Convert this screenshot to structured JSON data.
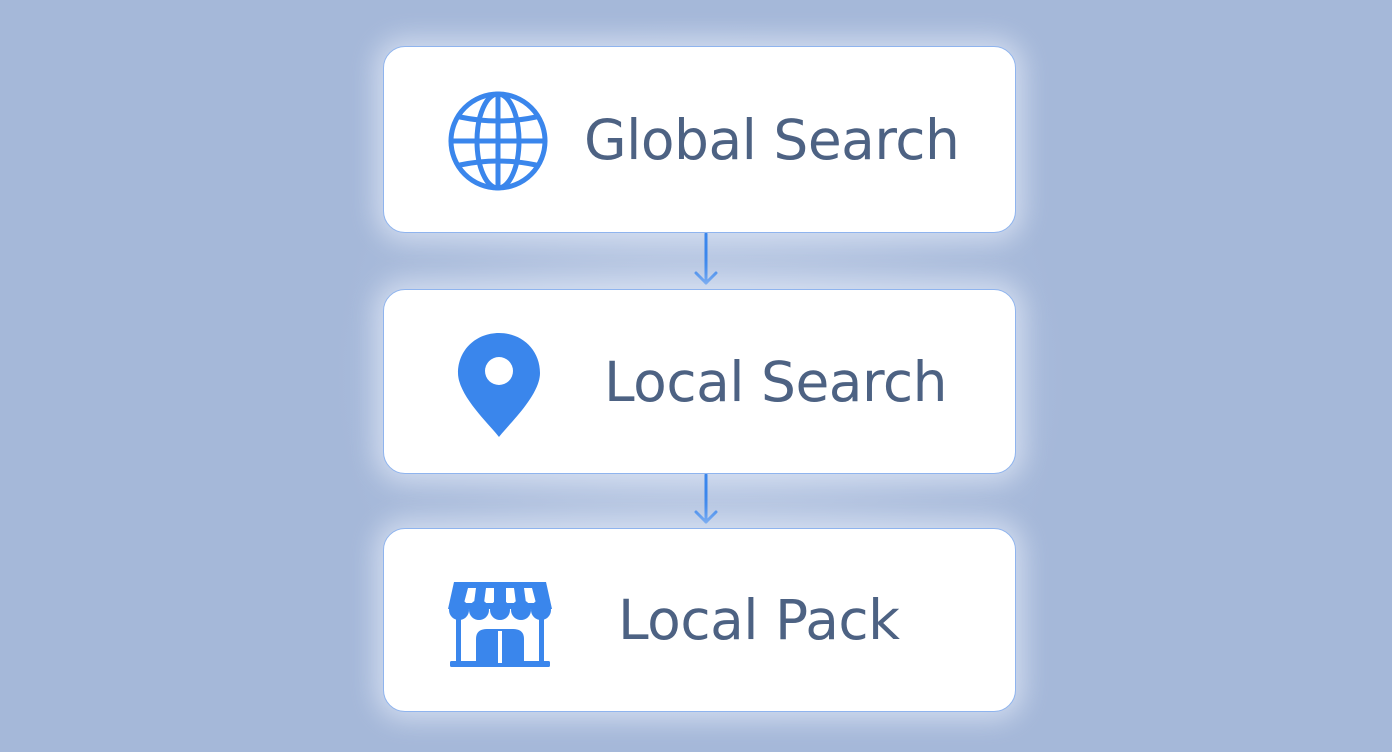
{
  "colors": {
    "background": "#a5b8d9",
    "card": "#ffffff",
    "card_border": "#8fb4ee",
    "accent": "#3a86ec",
    "label_text": "#4d6283"
  },
  "flow": {
    "steps": [
      {
        "label": "Global Search",
        "icon": "globe-icon"
      },
      {
        "label": "Local Search",
        "icon": "map-pin-icon"
      },
      {
        "label": "Local Pack",
        "icon": "storefront-icon"
      }
    ],
    "connectors": [
      "arrow-down-icon",
      "arrow-down-icon"
    ]
  }
}
